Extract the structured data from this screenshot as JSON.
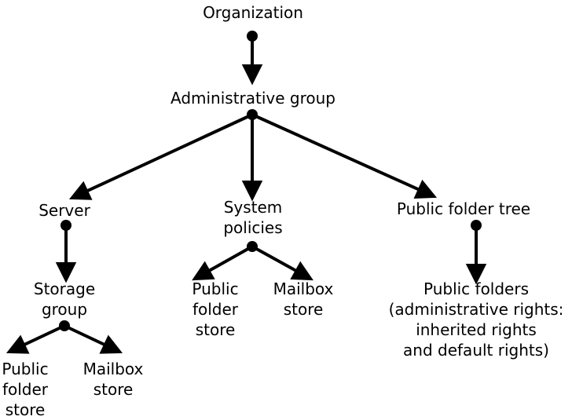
{
  "nodes": {
    "organization": "Organization",
    "administrative_group": "Administrative group",
    "server": "Server",
    "system_policies": [
      "System",
      "policies"
    ],
    "public_folder_tree": "Public folder tree",
    "storage_group": [
      "Storage",
      "group"
    ],
    "sp_public_folder_store": [
      "Public",
      "folder",
      "store"
    ],
    "sp_mailbox_store": [
      "Mailbox",
      "store"
    ],
    "sg_public_folder_store": [
      "Public",
      "folder",
      "store"
    ],
    "sg_mailbox_store": [
      "Mailbox",
      "store"
    ],
    "public_folders": [
      "Public folders",
      "(administrative rights:",
      "inherited rights",
      "and default rights)"
    ]
  },
  "colors": {
    "line": "#000000",
    "text": "#000000",
    "background": "#ffffff"
  }
}
